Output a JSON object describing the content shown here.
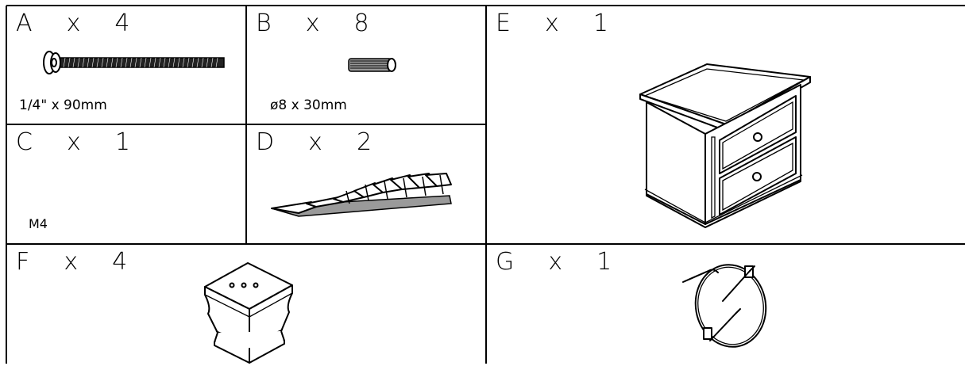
{
  "parts": [
    {
      "id": "A",
      "label": "A  x  4",
      "spec": "1/4\" x 90mm",
      "icon": "bolt-icon"
    },
    {
      "id": "B",
      "label": "B  x  8",
      "spec": "ø8 x 30mm",
      "icon": "wood-dowel-icon"
    },
    {
      "id": "C",
      "label": "C  x  1",
      "spec": "M4",
      "icon": "allen-key-icon"
    },
    {
      "id": "D",
      "label": "D  x  2",
      "spec": "",
      "icon": "shims-icon"
    },
    {
      "id": "E",
      "label": "E  x  1",
      "spec": "",
      "icon": "nightstand-icon"
    },
    {
      "id": "F",
      "label": "F  x  4",
      "spec": "",
      "icon": "furniture-leg-icon"
    },
    {
      "id": "G",
      "label": "G  x  1",
      "spec": "",
      "icon": "wire-anchor-kit-icon"
    }
  ]
}
